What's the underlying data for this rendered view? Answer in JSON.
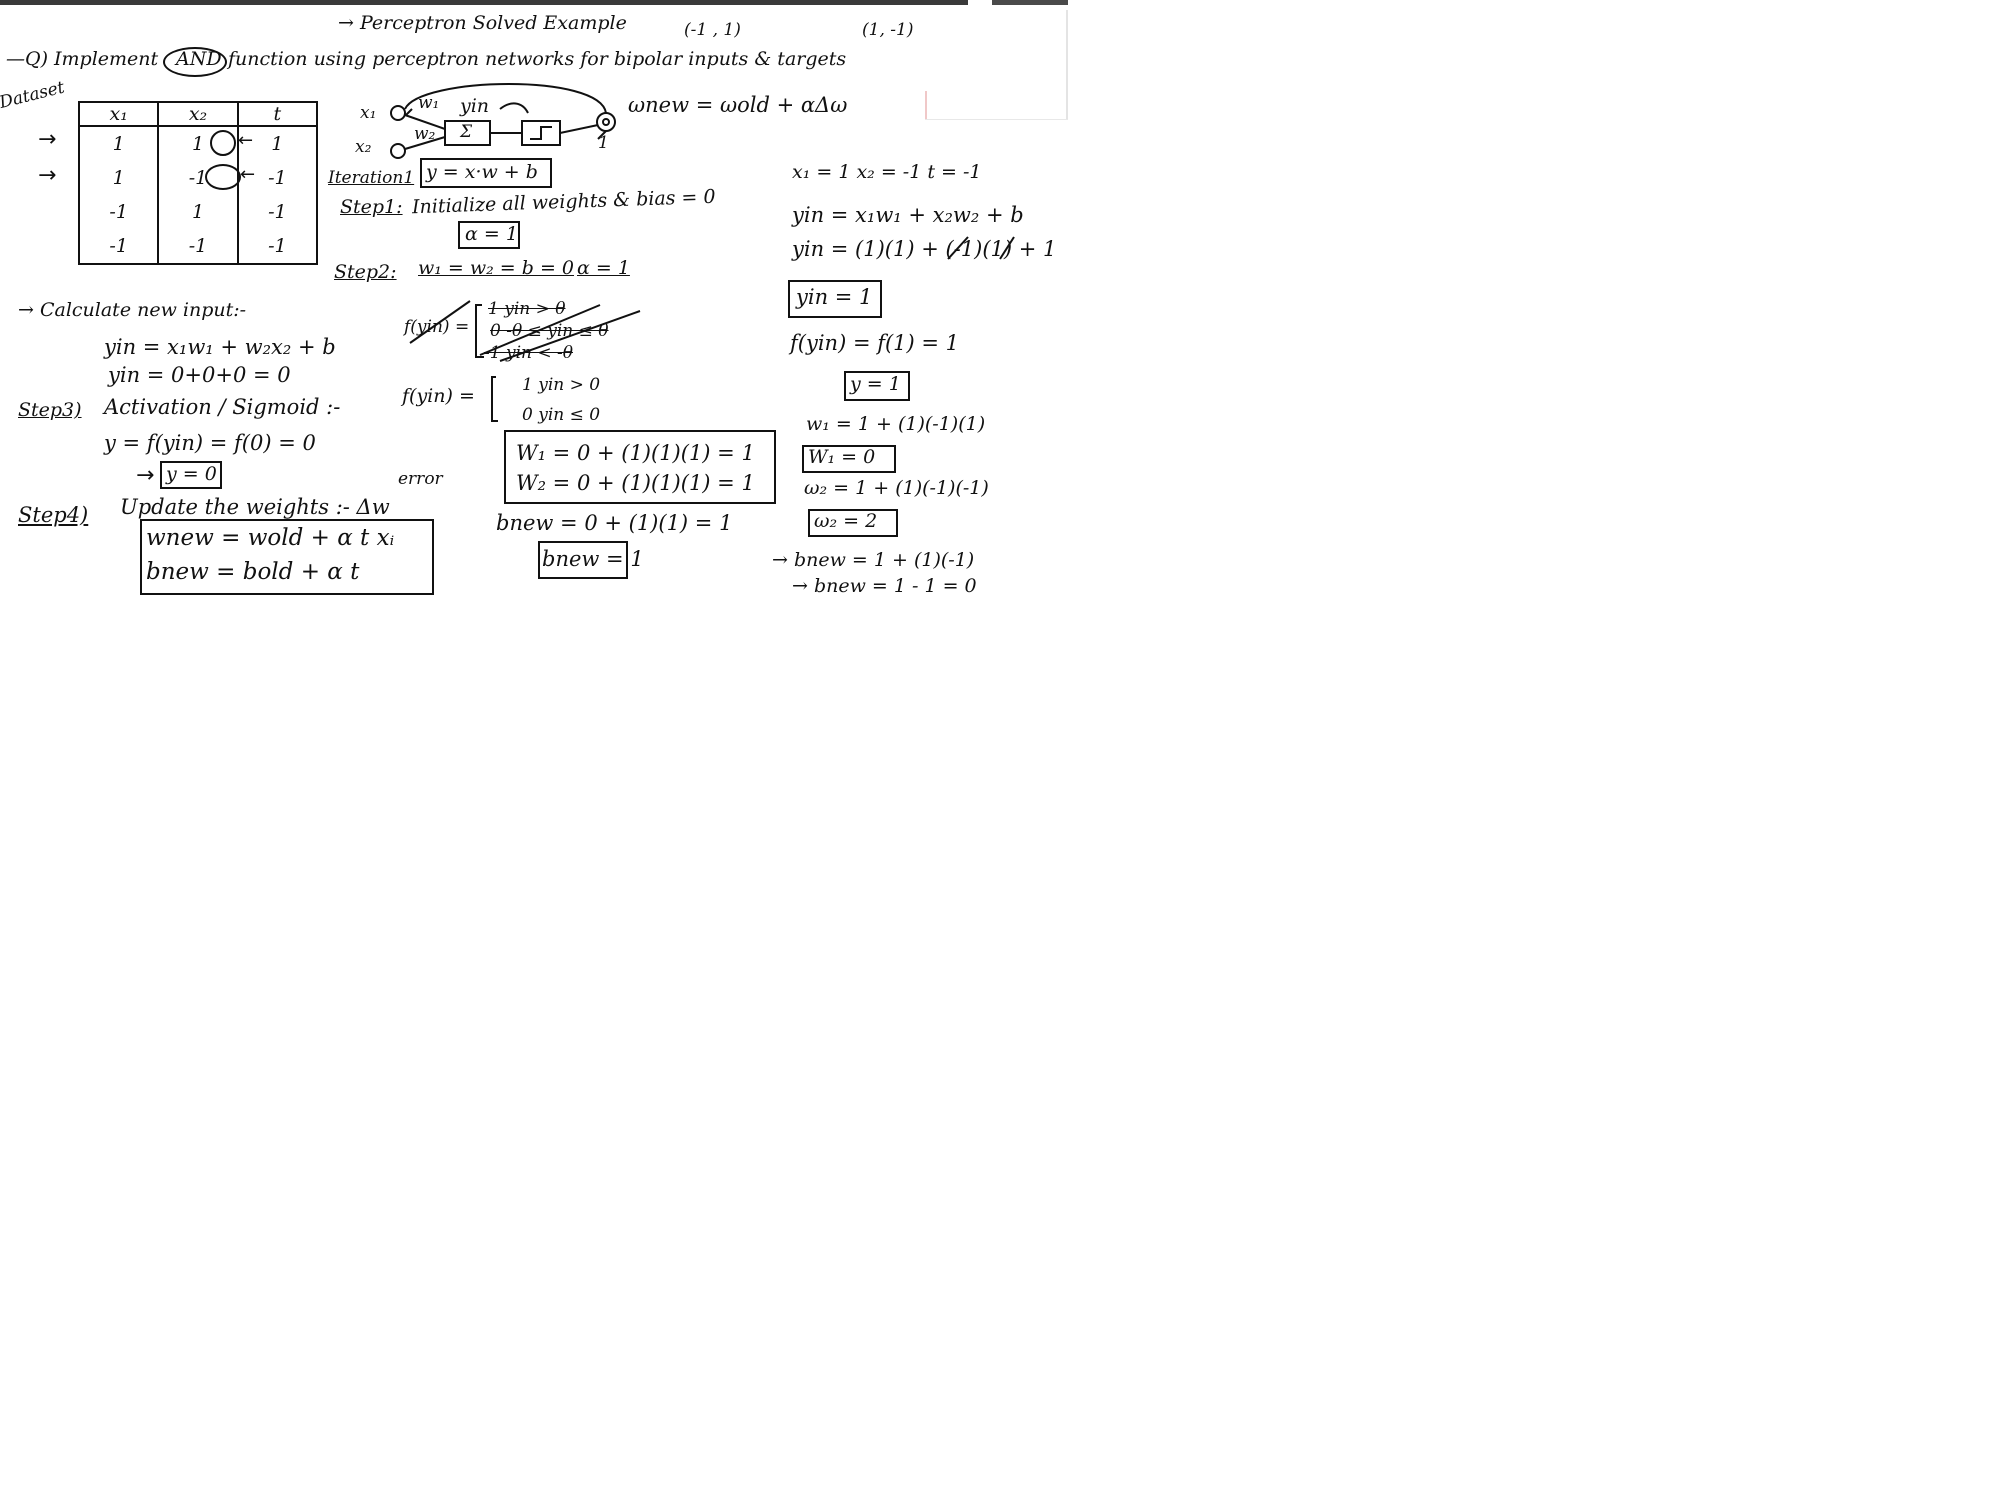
{
  "title": "→ Perceptron Solved Example",
  "pairs": {
    "left": "(-1 , 1)",
    "right": "(1, -1)"
  },
  "question": {
    "prefix": "—Q) Implement",
    "highlight": "AND",
    "suffix": "function  using perceptron networks for bipolar inputs & targets"
  },
  "dataset": {
    "label": "Dataset",
    "headers": [
      "x₁",
      "x₂",
      "t"
    ],
    "rows": [
      [
        "1",
        "1",
        "1"
      ],
      [
        "1",
        "-1",
        "-1"
      ],
      [
        "-1",
        "1",
        "-1"
      ],
      [
        "-1",
        "-1",
        "-1"
      ]
    ]
  },
  "network": {
    "x1": "x₁",
    "x2": "x₂",
    "w1": "w₁",
    "w2": "w₂",
    "yin": "yin",
    "sum": "Σ",
    "bias": "1"
  },
  "update_rule_top": "ωnew = ωold + αΔω",
  "iteration": {
    "label": "Iteration1",
    "formula": "y = x·w + b"
  },
  "step1": {
    "label": "Step1:",
    "text": "Initialize all weights & bias = 0",
    "alpha": "α = 1"
  },
  "step2": {
    "label": "Step2:",
    "text": "w₁ = w₂ = b = 0",
    "alpha": "α = 1"
  },
  "calc": {
    "heading": "→ Calculate new input:-",
    "line1": "yin = x₁w₁ + w₂x₂ + b",
    "line2": "yin = 0+0+0 = 0"
  },
  "activation_crossed": {
    "f": "f(yin) =",
    "rows": [
      "1     yin > θ",
      "0    -θ ≤ yin ≤ θ",
      "-1    yin < -θ"
    ]
  },
  "activation": {
    "f": "f(yin) =",
    "row1": "1      yin > 0",
    "row2": "0      yin ≤ 0"
  },
  "step3": {
    "label": "Step3)",
    "text": "Activation / Sigmoid :-",
    "line1": "y = f(yin) = f(0) = 0",
    "result": "y = 0"
  },
  "error_label": "error",
  "step4": {
    "label": "Step4)",
    "text": "Update the weights :-  Δw",
    "wrule": "wnew = wold + α t xᵢ",
    "brule": "bnew = bold + α t"
  },
  "mid_updates": {
    "w1": "W₁ = 0 + (1)(1)(1) = 1",
    "w2": "W₂ = 0 + (1)(1)(1) = 1",
    "bnew": "bnew = 0 + (1)(1) = 1",
    "bnew_box": "bnew = 1"
  },
  "right_col": {
    "inputs": "x₁ = 1   x₂ = -1   t = -1",
    "yin_formula": "yin = x₁w₁ + x₂w₂ + b",
    "yin_sub": "yin = (1)(1) + (-1)(1) + 1",
    "yin_box": "yin = 1",
    "f": "f(yin) = f(1) = 1",
    "y_box": "y = 1",
    "w1": "w₁ = 1 + (1)(-1)(1)",
    "w1_box": "W₁ = 0",
    "w2": "ω₂ = 1 + (1)(-1)(-1)",
    "w2_box": "ω₂ = 2",
    "b1": "→ bnew = 1 + (1)(-1)",
    "b2": "→ bnew = 1 - 1 = 0"
  }
}
